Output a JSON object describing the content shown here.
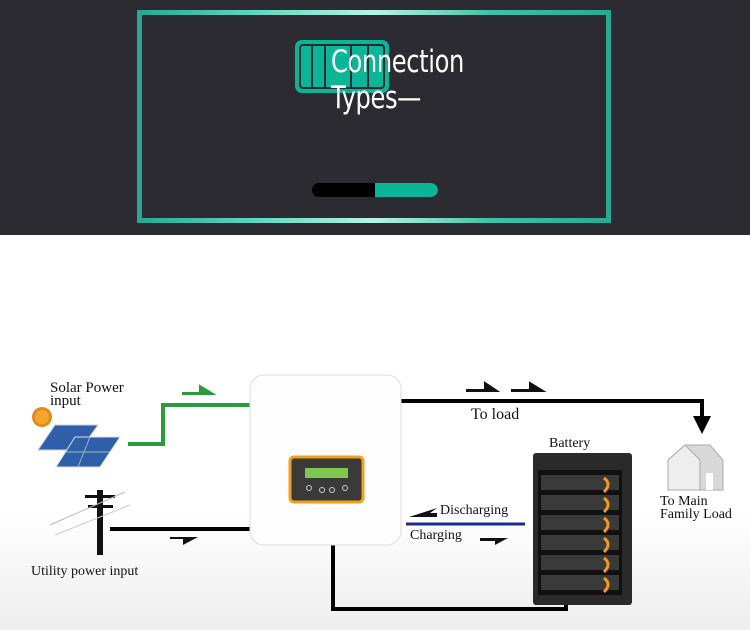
{
  "header": {
    "title_line1": "Connection",
    "title_line2": "Types—",
    "progress_percent": 50,
    "accent": "#0bb597",
    "background": "#2c2b31"
  },
  "diagram": {
    "solar_label_line1": "Solar Power",
    "solar_label_line2": "input",
    "utility_label": "Utility power input",
    "to_load_label": "To load",
    "battery_label": "Battery",
    "discharging_label": "Discharging",
    "charging_label": "Charging",
    "family_load_line1": "To Main",
    "family_load_line2": "Family Load",
    "solar_line_color": "#2e9a3f",
    "charge_line_color": "#1c2a8a"
  }
}
